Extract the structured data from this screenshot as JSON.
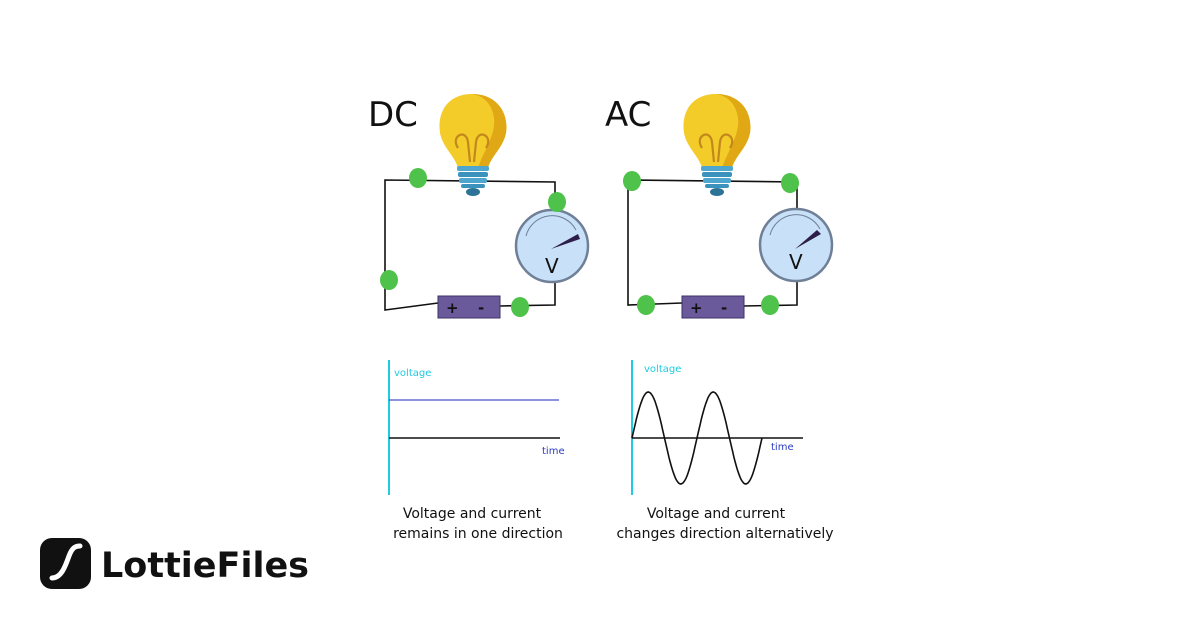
{
  "dc": {
    "title": "DC",
    "voltage_label": "voltage",
    "time_label": "time",
    "meter_label": "V",
    "battery_plus": "+",
    "battery_minus": "-",
    "caption_line1": "Voltage and current",
    "caption_line2": "remains in one direction"
  },
  "ac": {
    "title": "AC",
    "voltage_label": "voltage",
    "time_label": "time",
    "meter_label": "V",
    "battery_plus": "+",
    "battery_minus": "-",
    "caption_line1": "Voltage and current",
    "caption_line2": "changes direction alternatively"
  },
  "brand": {
    "name": "LottieFiles",
    "icon": "lottiefiles-logo-icon"
  },
  "colors": {
    "wire": "#111111",
    "node": "#4ec24a",
    "battery": "#6a5a9c",
    "meter_face": "#c8e0f8",
    "meter_border": "#6e7f96",
    "needle": "#2e1f4a",
    "bulb_glass": "#f3cc2a",
    "bulb_shade": "#e0a815",
    "bulb_base": "#4ea6cf",
    "axis": "#1ecbe1",
    "dc_signal": "#4a50c8",
    "ac_signal": "#111111",
    "time_text": "#2a3abf"
  }
}
